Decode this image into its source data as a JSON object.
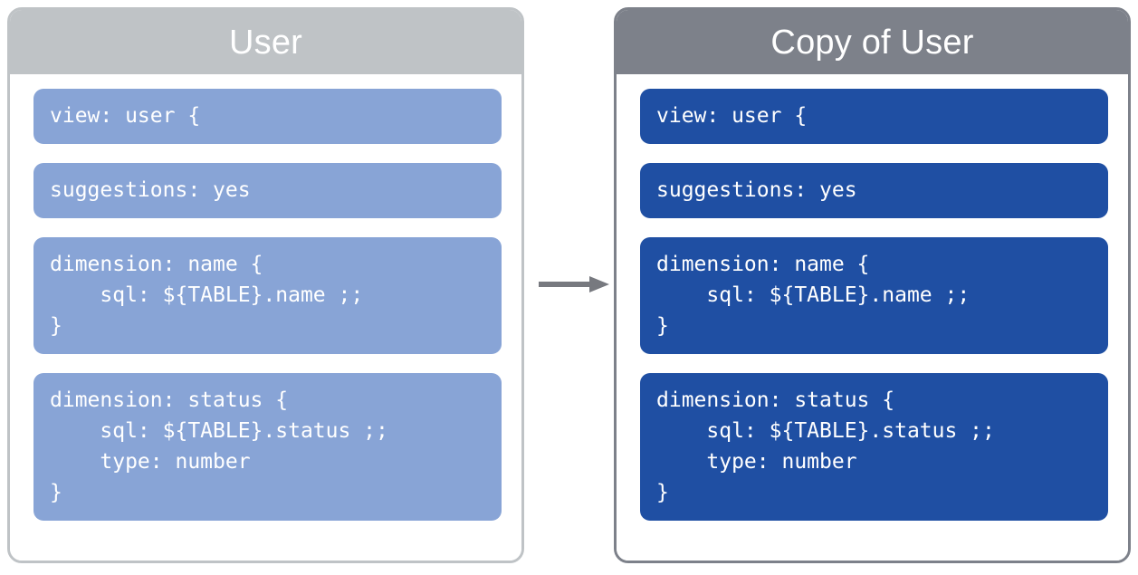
{
  "diagram": {
    "type": "copy-transformation",
    "panels": [
      {
        "id": "source",
        "title": "User",
        "header_color": "#bfc3c6",
        "block_color": "#88a4d6",
        "border_color": "#bfc3c6",
        "blocks": [
          {
            "name": "view-declaration",
            "code": "view: user {"
          },
          {
            "name": "suggestions-parameter",
            "code": "suggestions: yes"
          },
          {
            "name": "dimension-name",
            "code": "dimension: name {\n    sql: ${TABLE}.name ;;\n}"
          },
          {
            "name": "dimension-status",
            "code": "dimension: status {\n    sql: ${TABLE}.status ;;\n    type: number\n}"
          }
        ]
      },
      {
        "id": "copy",
        "title": "Copy of User",
        "header_color": "#7d818a",
        "block_color": "#1f4fa3",
        "border_color": "#7d818a",
        "blocks": [
          {
            "name": "view-declaration",
            "code": "view: user {"
          },
          {
            "name": "suggestions-parameter",
            "code": "suggestions: yes"
          },
          {
            "name": "dimension-name",
            "code": "dimension: name {\n    sql: ${TABLE}.name ;;\n}"
          },
          {
            "name": "dimension-status",
            "code": "dimension: status {\n    sql: ${TABLE}.status ;;\n    type: number\n}"
          }
        ]
      }
    ],
    "connector": {
      "name": "copy-arrow",
      "direction": "left-to-right",
      "color": "#77797f"
    }
  }
}
